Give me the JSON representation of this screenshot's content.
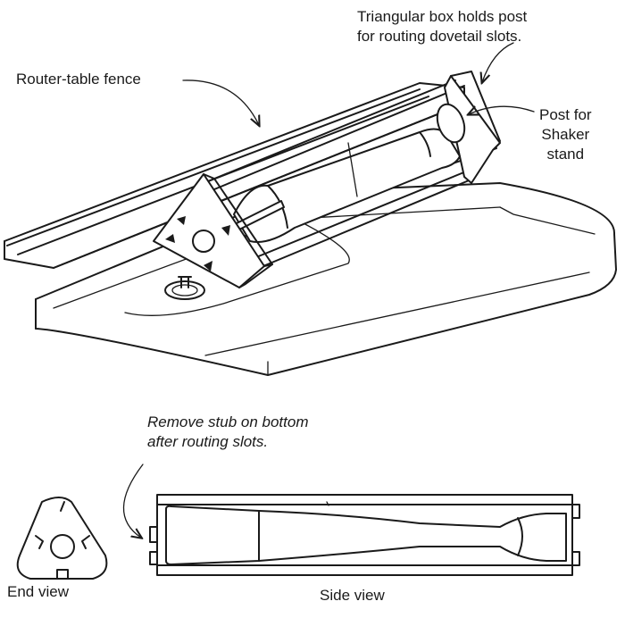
{
  "labels": {
    "triangular_box": [
      "Triangular box holds post",
      "for routing dovetail slots."
    ],
    "router_fence": "Router-table fence",
    "post": [
      "Post for",
      "Shaker",
      "stand"
    ],
    "remove_stub": [
      "Remove stub on bottom",
      "after routing slots."
    ],
    "end_view": "End view",
    "side_view": "Side view"
  },
  "icons": {
    "leader_arrow": "arrow-icon"
  }
}
